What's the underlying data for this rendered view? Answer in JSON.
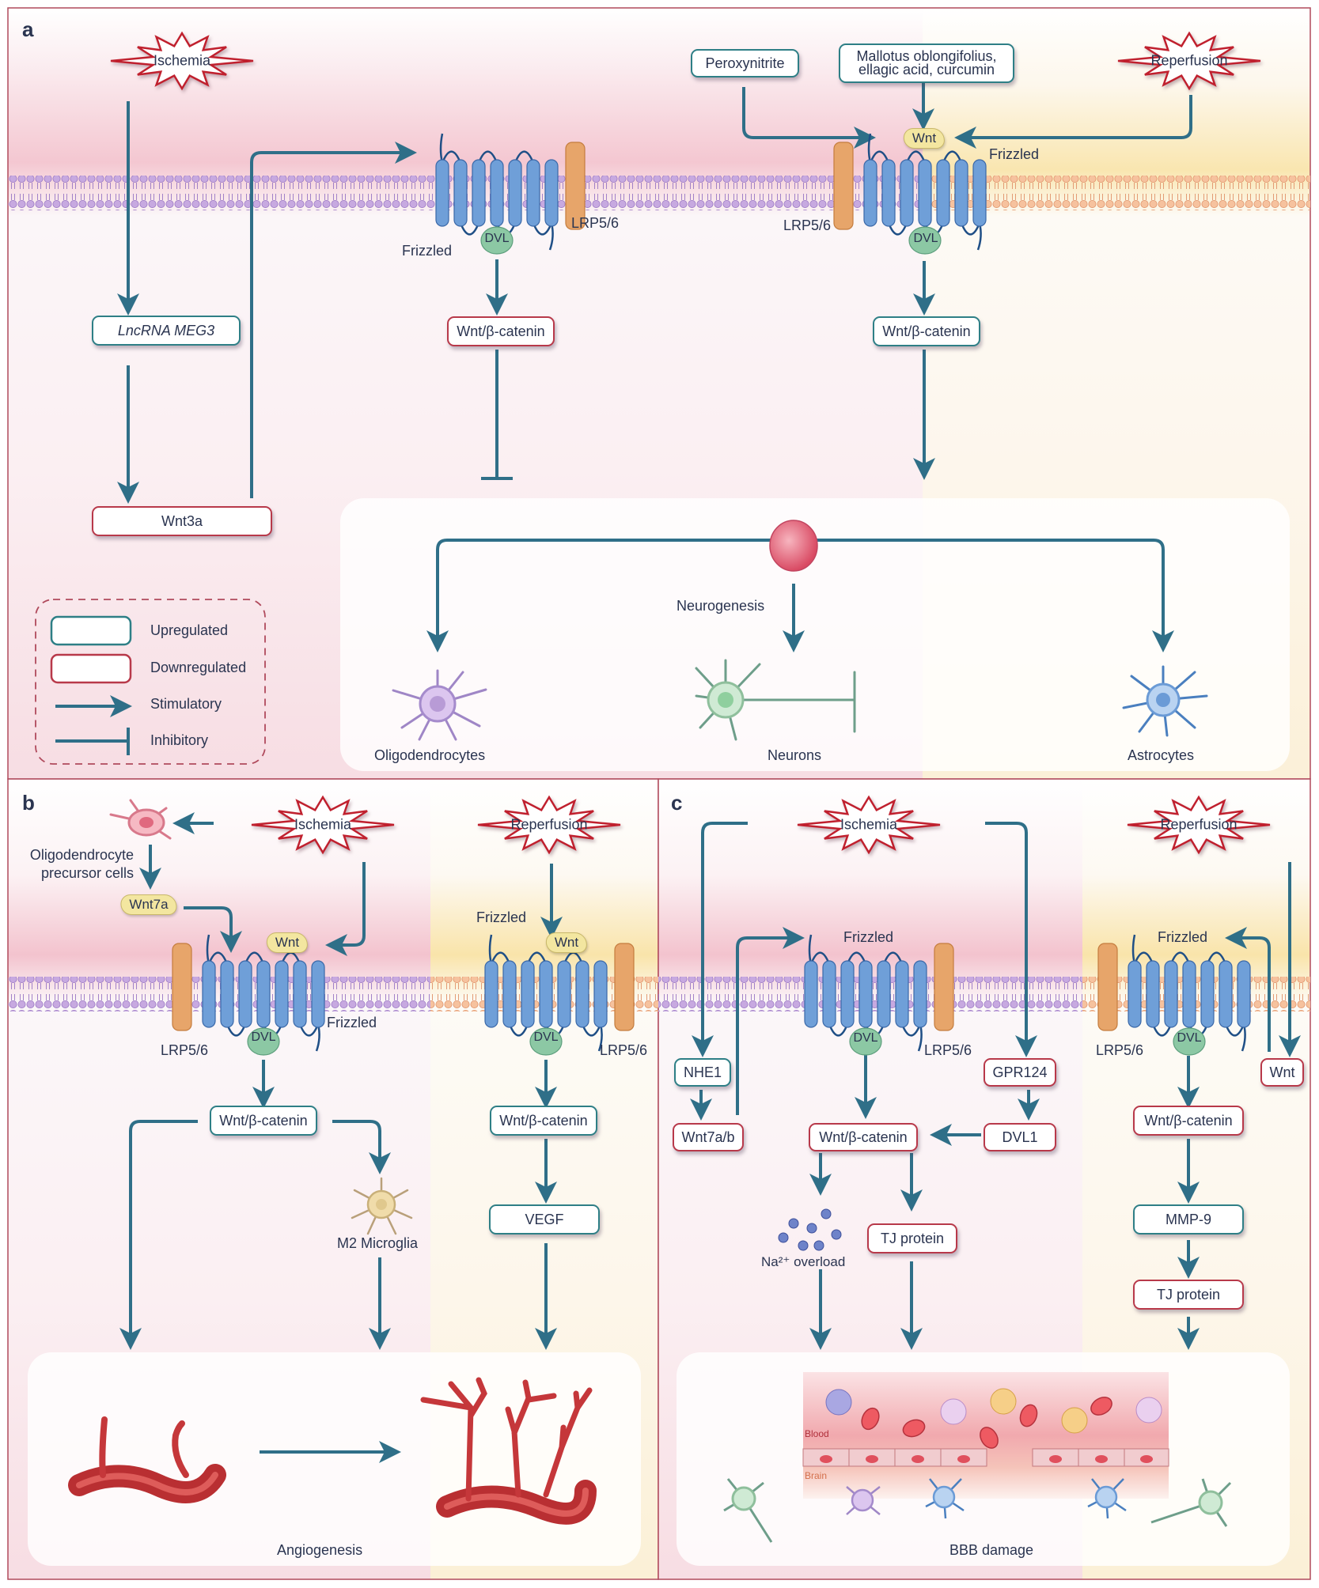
{
  "panels": {
    "a": {
      "label": "a",
      "stimuli": {
        "ischemia": "Ischemia",
        "reperfusion": "Reperfusion"
      },
      "nodes": {
        "peroxynitrite": "Peroxynitrite",
        "mallotus": "Mallotus oblongifolius,\nellagic acid, curcumin",
        "lncrna": "LncRNA MEG3",
        "wnt3a": "Wnt3a",
        "wnt_bcatenin_left": "Wnt/β-catenin",
        "wnt_bcatenin_right": "Wnt/β-catenin"
      },
      "receptor_labels": {
        "frizzled_left": "Frizzled",
        "lrp_left": "LRP5/6",
        "dvl": "DVL",
        "frizzled_right": "Frizzled",
        "lrp_right": "LRP5/6",
        "wnt_ligand": "Wnt"
      },
      "outcome": {
        "neurogenesis": "Neurogenesis",
        "oligodendrocytes": "Oligodendrocytes",
        "neurons": "Neurons",
        "astrocytes": "Astrocytes"
      },
      "legend": {
        "upregulated": "Upregulated",
        "downregulated": "Downregulated",
        "stimulatory": "Stimulatory",
        "inhibitory": "Inhibitory"
      }
    },
    "b": {
      "label": "b",
      "stimuli": {
        "ischemia": "Ischemia",
        "reperfusion": "Reperfusion"
      },
      "opc_label": "Oligodendrocyte\nprecursor cells",
      "wnt7a": "Wnt7a",
      "receptor_labels": {
        "wnt_left": "Wnt",
        "wnt_right": "Wnt",
        "frizzled_left": "Frizzled",
        "frizzled_right": "Frizzled",
        "lrp_left": "LRP5/6",
        "lrp_right": "LRP5/6",
        "dvl": "DVL"
      },
      "nodes": {
        "wnt_bcatenin_left": "Wnt/β-catenin",
        "wnt_bcatenin_right": "Wnt/β-catenin",
        "vegf": "VEGF"
      },
      "m2_microglia": "M2 Microglia",
      "outcome": "Angiogenesis"
    },
    "c": {
      "label": "c",
      "stimuli": {
        "ischemia": "Ischemia",
        "reperfusion": "Reperfusion"
      },
      "receptor_labels": {
        "frizzled_left": "Frizzled",
        "frizzled_right": "Frizzled",
        "lrp_left": "LRP5/6",
        "lrp_right": "LRP5/6",
        "dvl": "DVL"
      },
      "nodes": {
        "nhe1": "NHE1",
        "wnt7ab": "Wnt7a/b",
        "gpr124": "GPR124",
        "dvl1": "DVL1",
        "wnt_bcatenin_left": "Wnt/β-catenin",
        "tj_left": "TJ protein",
        "wnt": "Wnt",
        "wnt_bcatenin_right": "Wnt/β-catenin",
        "mmp9": "MMP-9",
        "tj_right": "TJ protein"
      },
      "na_overload": "Na²⁺ overload",
      "blood": "Blood",
      "brain": "Brain",
      "outcome": "BBB damage"
    }
  },
  "colors": {
    "arrow": "#2f6f88",
    "upregulated_border": "#2e7f86",
    "downregulated_border": "#b8394a",
    "ischemia_bg": "#f6d9df",
    "reperfusion_bg": "#fbf0d2",
    "receptor": "#6f9fd8",
    "lrp": "#e7a56a",
    "dvl": "#8cc8a4",
    "star_border": "#c0202e"
  }
}
